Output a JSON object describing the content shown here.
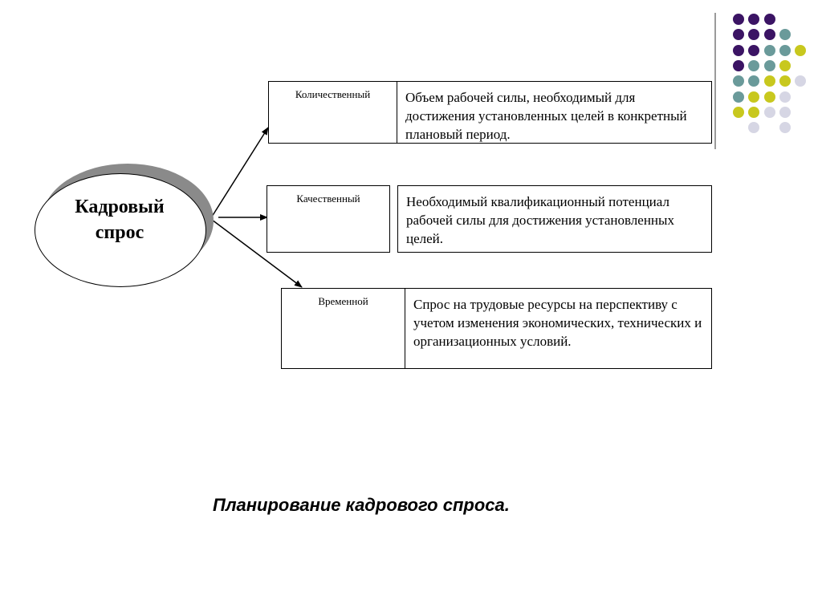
{
  "center": {
    "text": "Кадровый спрос"
  },
  "rows": [
    {
      "label": "Количественный",
      "desc": "Объем рабочей силы, необходимый для достижения установленных целей в конкретный плановый период."
    },
    {
      "label": "Качественный",
      "desc": "Необходимый квалификационный потенциал рабочей силы для достижения установленных целей."
    },
    {
      "label": "Временной",
      "desc": "Спрос на трудовые ресурсы на перспективу с учетом изменения экономических, технических и организационных условий."
    }
  ],
  "caption": "Планирование кадрового спроса.",
  "colors": {
    "purple": "#3b1464",
    "teal": "#6a9a9a",
    "olive": "#c8c81e",
    "lavender": "#d6d6e4",
    "shadow": "#8a8a8a"
  },
  "dot_grid": [
    [
      "purple",
      "purple",
      "purple",
      "",
      ""
    ],
    [
      "purple",
      "purple",
      "purple",
      "teal",
      ""
    ],
    [
      "purple",
      "purple",
      "teal",
      "teal",
      "olive"
    ],
    [
      "purple",
      "teal",
      "teal",
      "olive",
      ""
    ],
    [
      "teal",
      "teal",
      "olive",
      "olive",
      "lavender"
    ],
    [
      "teal",
      "olive",
      "olive",
      "lavender",
      ""
    ],
    [
      "olive",
      "olive",
      "lavender",
      "lavender",
      ""
    ],
    [
      "",
      "lavender",
      "",
      "lavender",
      ""
    ]
  ]
}
